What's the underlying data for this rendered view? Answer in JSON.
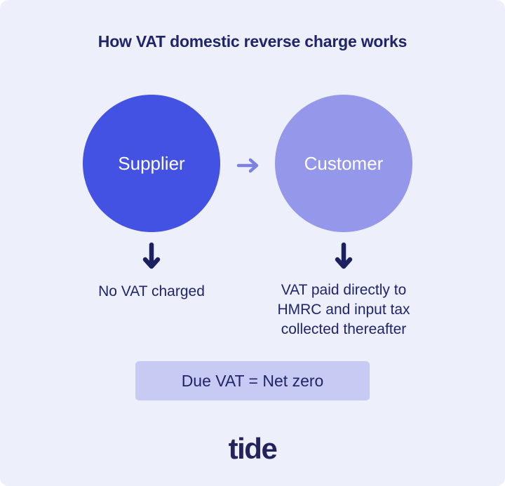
{
  "title": "How VAT domestic reverse charge works",
  "nodes": [
    {
      "id": "supplier",
      "label": "Supplier"
    },
    {
      "id": "customer",
      "label": "Customer"
    }
  ],
  "icons": {
    "flow_arrow": "right-arrow",
    "supplier_outcome_arrow": "down-arrow",
    "customer_outcome_arrow": "down-arrow"
  },
  "captions": {
    "supplier": "No VAT charged",
    "customer_lines": [
      "VAT paid directly to",
      "HMRC and input tax",
      "collected thereafter"
    ]
  },
  "result_box": {
    "label": "Due VAT = Net zero"
  },
  "brand": {
    "logo_text": "tide"
  },
  "colors": {
    "card_bg": "#edeffa",
    "supplier_circle": "#4352e3",
    "customer_circle": "#9598ea",
    "flow_arrow": "#7c81e0",
    "down_arrow": "#1d2060",
    "text_navy": "#20246a",
    "result_box_bg": "#c7caf2",
    "brand_navy": "#23235f"
  }
}
